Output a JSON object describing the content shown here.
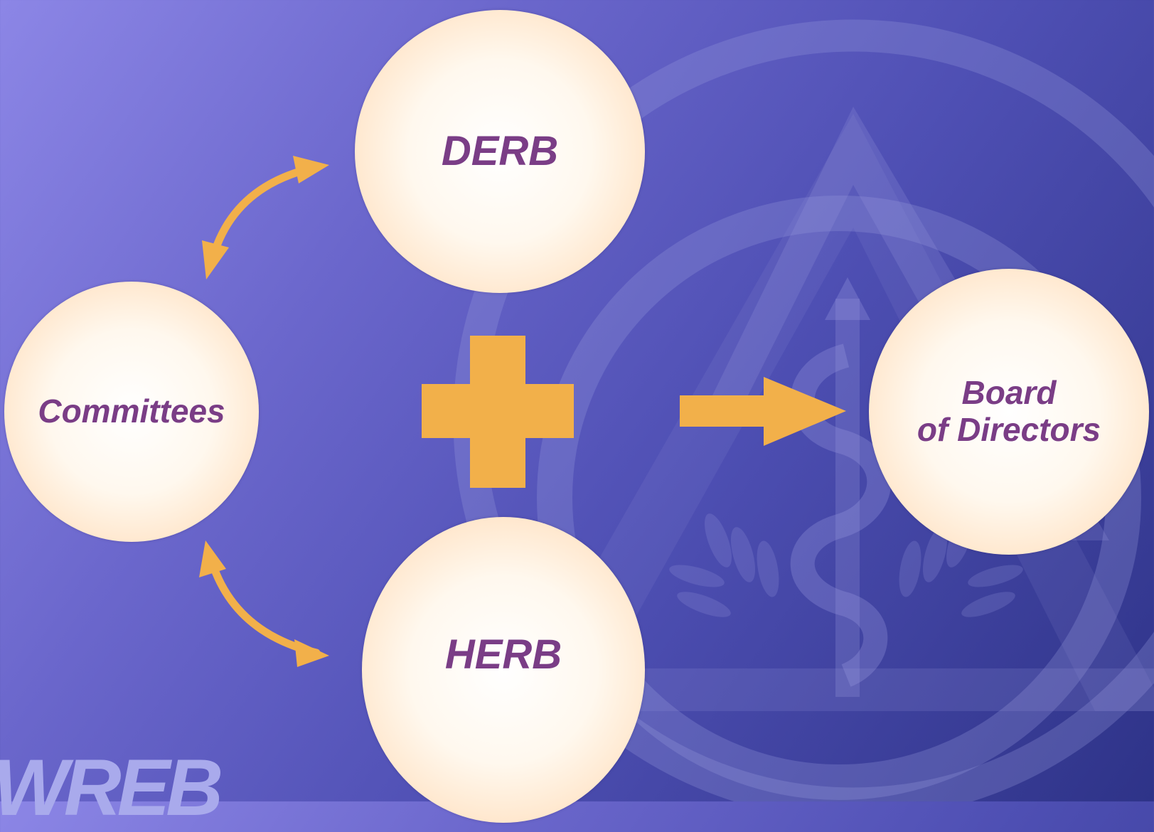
{
  "nodes": {
    "derb": "DERB",
    "herb": "HERB",
    "committees": "Committees",
    "board_line1": "Board",
    "board_line2": "of Directors"
  },
  "logo_text": "WREB",
  "colors": {
    "background_start": "#8c86e6",
    "background_end": "#2e3388",
    "accent_orange": "#f2b04a",
    "node_text": "#7a3d86"
  },
  "icons": {
    "plus": "plus-icon",
    "arrow": "right-arrow-icon",
    "watermark": "caduceus-emblem"
  }
}
